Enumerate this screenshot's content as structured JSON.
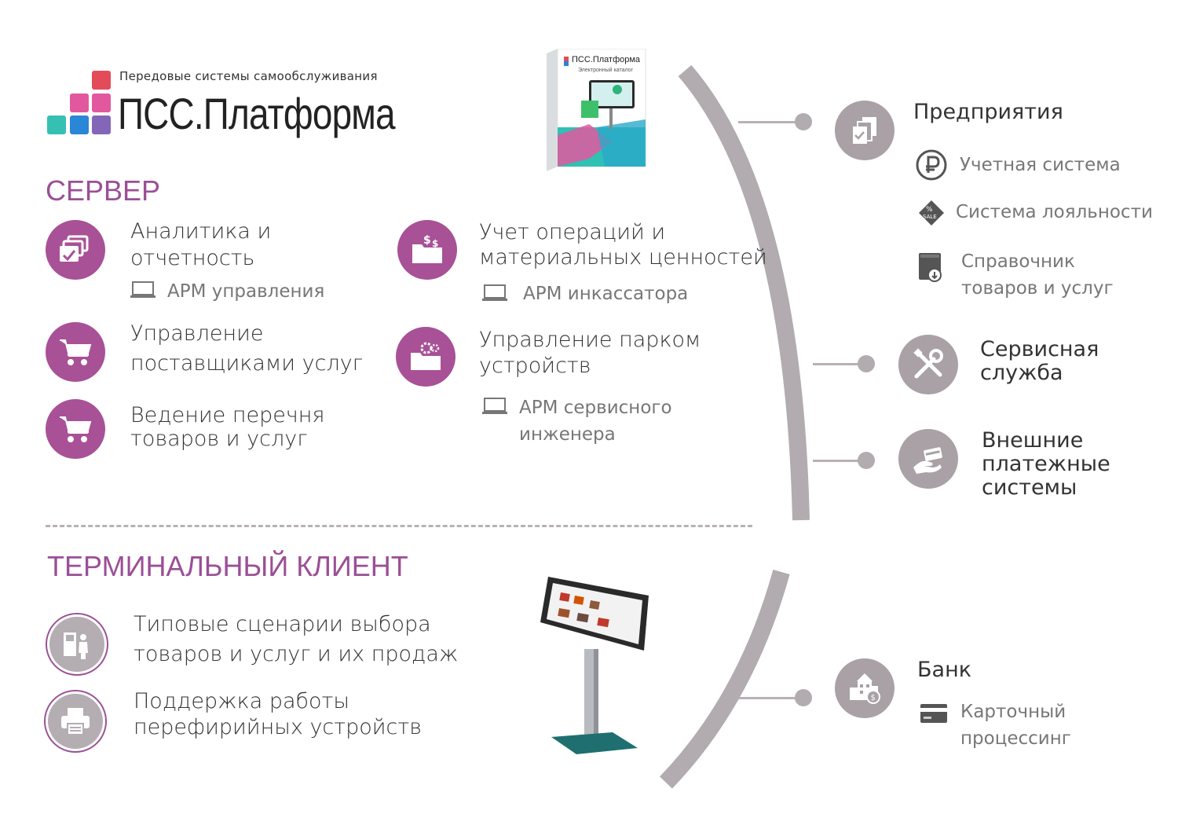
{
  "logo": {
    "tagline": "Передовые системы самообслуживания",
    "name": "ПСС.Платформа",
    "colors": {
      "red": "#e44b5a",
      "pink": "#e2589f",
      "teal": "#36c0b4",
      "blue": "#2a86d6",
      "violet": "#8466b8"
    }
  },
  "product_box": {
    "brand": "ПСС.Платформа",
    "subtitle": "Электронный каталог"
  },
  "server": {
    "title": "СЕРВЕР",
    "left": [
      {
        "label_line1": "Аналитика и",
        "label_line2": "отчетность",
        "sub": "АРМ управления",
        "icon": "reports-icon"
      },
      {
        "label_line1": "Управление",
        "label_line2": "поставщиками услуг",
        "icon": "cart-icon"
      },
      {
        "label_line1": "Ведение перечня",
        "label_line2": "товаров и услуг",
        "icon": "cart-icon"
      }
    ],
    "right": [
      {
        "label_line1": "Учет операций и",
        "label_line2": "материальных ценностей",
        "sub": "АРМ инкассатора",
        "icon": "money-folder-icon"
      },
      {
        "label_line1": "Управление парком",
        "label_line2": "устройств",
        "sub_line1": "АРМ сервисного",
        "sub_line2": "инженера",
        "icon": "gears-folder-icon"
      }
    ]
  },
  "terminal": {
    "title": "ТЕРМИНАЛЬНЫЙ КЛИЕНТ",
    "items": [
      {
        "label_line1": "Типовые сценарии выбора",
        "label_line2": "товаров и услуг и их продаж",
        "icon": "kiosk-user-icon"
      },
      {
        "label_line1": "Поддержка работы",
        "label_line2": "перефирийных устройств",
        "icon": "printer-icon"
      }
    ]
  },
  "external": {
    "enterprise": {
      "title": "Предприятия",
      "items": [
        {
          "label": "Учетная система",
          "icon": "ruble-icon"
        },
        {
          "label": "Система лояльности",
          "icon": "sale-tag-icon"
        },
        {
          "label_line1": "Справочник",
          "label_line2": "товаров и услуг",
          "icon": "catalog-book-icon"
        }
      ]
    },
    "service": {
      "label_line1": "Сервисная",
      "label_line2": "служба"
    },
    "payments": {
      "label_line1": "Внешние",
      "label_line2": "платежные",
      "label_line3": "системы"
    },
    "bank": {
      "title": "Банк",
      "sub_line1": "Карточный",
      "sub_line2": "процессинг"
    }
  },
  "palette": {
    "accent": "#a85196",
    "grey_circle": "#a9a1a5",
    "arc": "#b2abaf"
  }
}
